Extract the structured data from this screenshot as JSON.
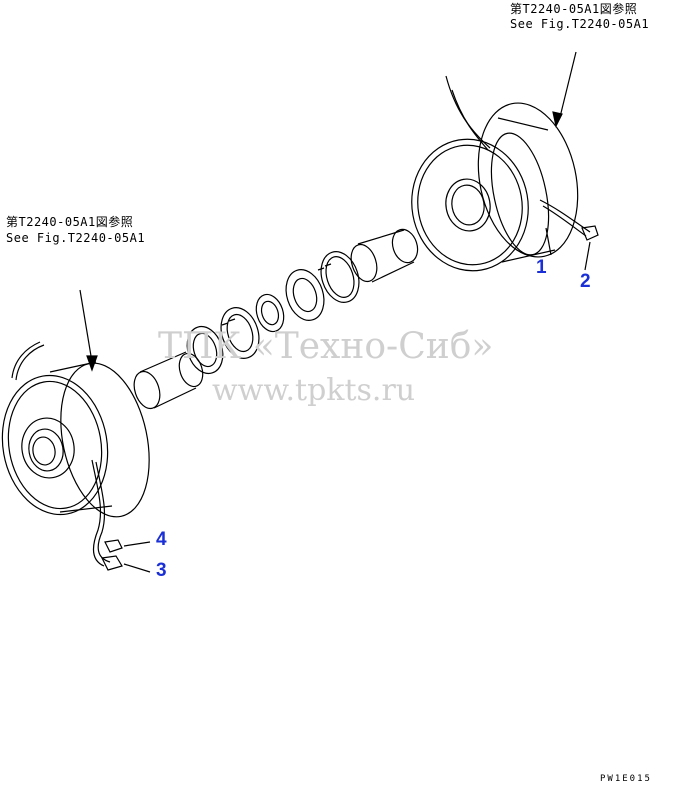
{
  "references": {
    "top_right": {
      "line1": "第T2240-05A1図参照",
      "line2": "See Fig.T2240-05A1"
    },
    "left": {
      "line1": "第T2240-05A1図参照",
      "line2": "See Fig.T2240-05A1"
    }
  },
  "callouts": [
    "1",
    "2",
    "3",
    "4"
  ],
  "watermark": {
    "line1": "ТПК «Техно-Сиб»",
    "line2": "www.tpkts.ru"
  },
  "drawing_code": "PW1E015",
  "colors": {
    "line": "#000000",
    "callout": "#1a2fd6",
    "watermark": "#cfcfcf"
  }
}
